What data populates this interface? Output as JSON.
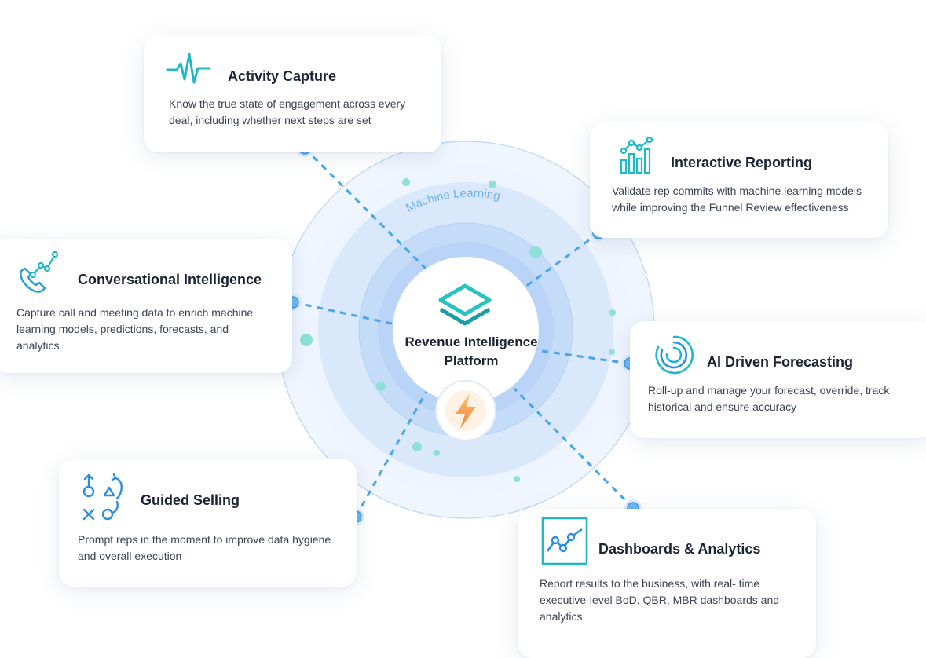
{
  "center": {
    "title_line1": "Revenue Intelligence",
    "title_line2": "Platform",
    "ring_label": "Machine Learning"
  },
  "cards": {
    "activity": {
      "title": "Activity Capture",
      "desc_line1": "Know the true state of engagement across every",
      "desc_line2": "deal, including whether next steps are set",
      "icon": "pulse-icon"
    },
    "reporting": {
      "title": "Interactive Reporting",
      "desc_line1": "Validate rep commits with machine learning models",
      "desc_line2": "while improving the Funnel Review effectiveness",
      "icon": "bar-line-chart-icon"
    },
    "conversational": {
      "title": "Conversational Intelligence",
      "desc_line1": "Capture call and meeting data to enrich machine",
      "desc_line2": "learning models, predictions, forecasts, and",
      "desc_line3": "analytics",
      "icon": "phone-chart-icon"
    },
    "forecasting": {
      "title": "AI Driven Forecasting",
      "desc_line1": "Roll-up and manage your forecast, override, track",
      "desc_line2": "historical and ensure accuracy",
      "icon": "concentric-arcs-icon"
    },
    "guided": {
      "title": "Guided Selling",
      "desc_line1": "Prompt reps in the moment to improve data hygiene",
      "desc_line2": "and overall execution",
      "icon": "playbook-icon"
    },
    "dashboards": {
      "title": "Dashboards & Analytics",
      "desc_line1": "Report results to the business, with real- time",
      "desc_line2": "executive-level BoD, QBR, MBR dashboards and",
      "desc_line3": "analytics",
      "icon": "dashboard-line-icon"
    }
  },
  "colors": {
    "teal": "#1fb8c4",
    "blue": "#3d8fe8",
    "ring_outer": "#eaf2fd",
    "ring_mid": "#d6e7fb",
    "ring_inner": "#bcd6f7",
    "accent_orange": "#f59a3c"
  }
}
